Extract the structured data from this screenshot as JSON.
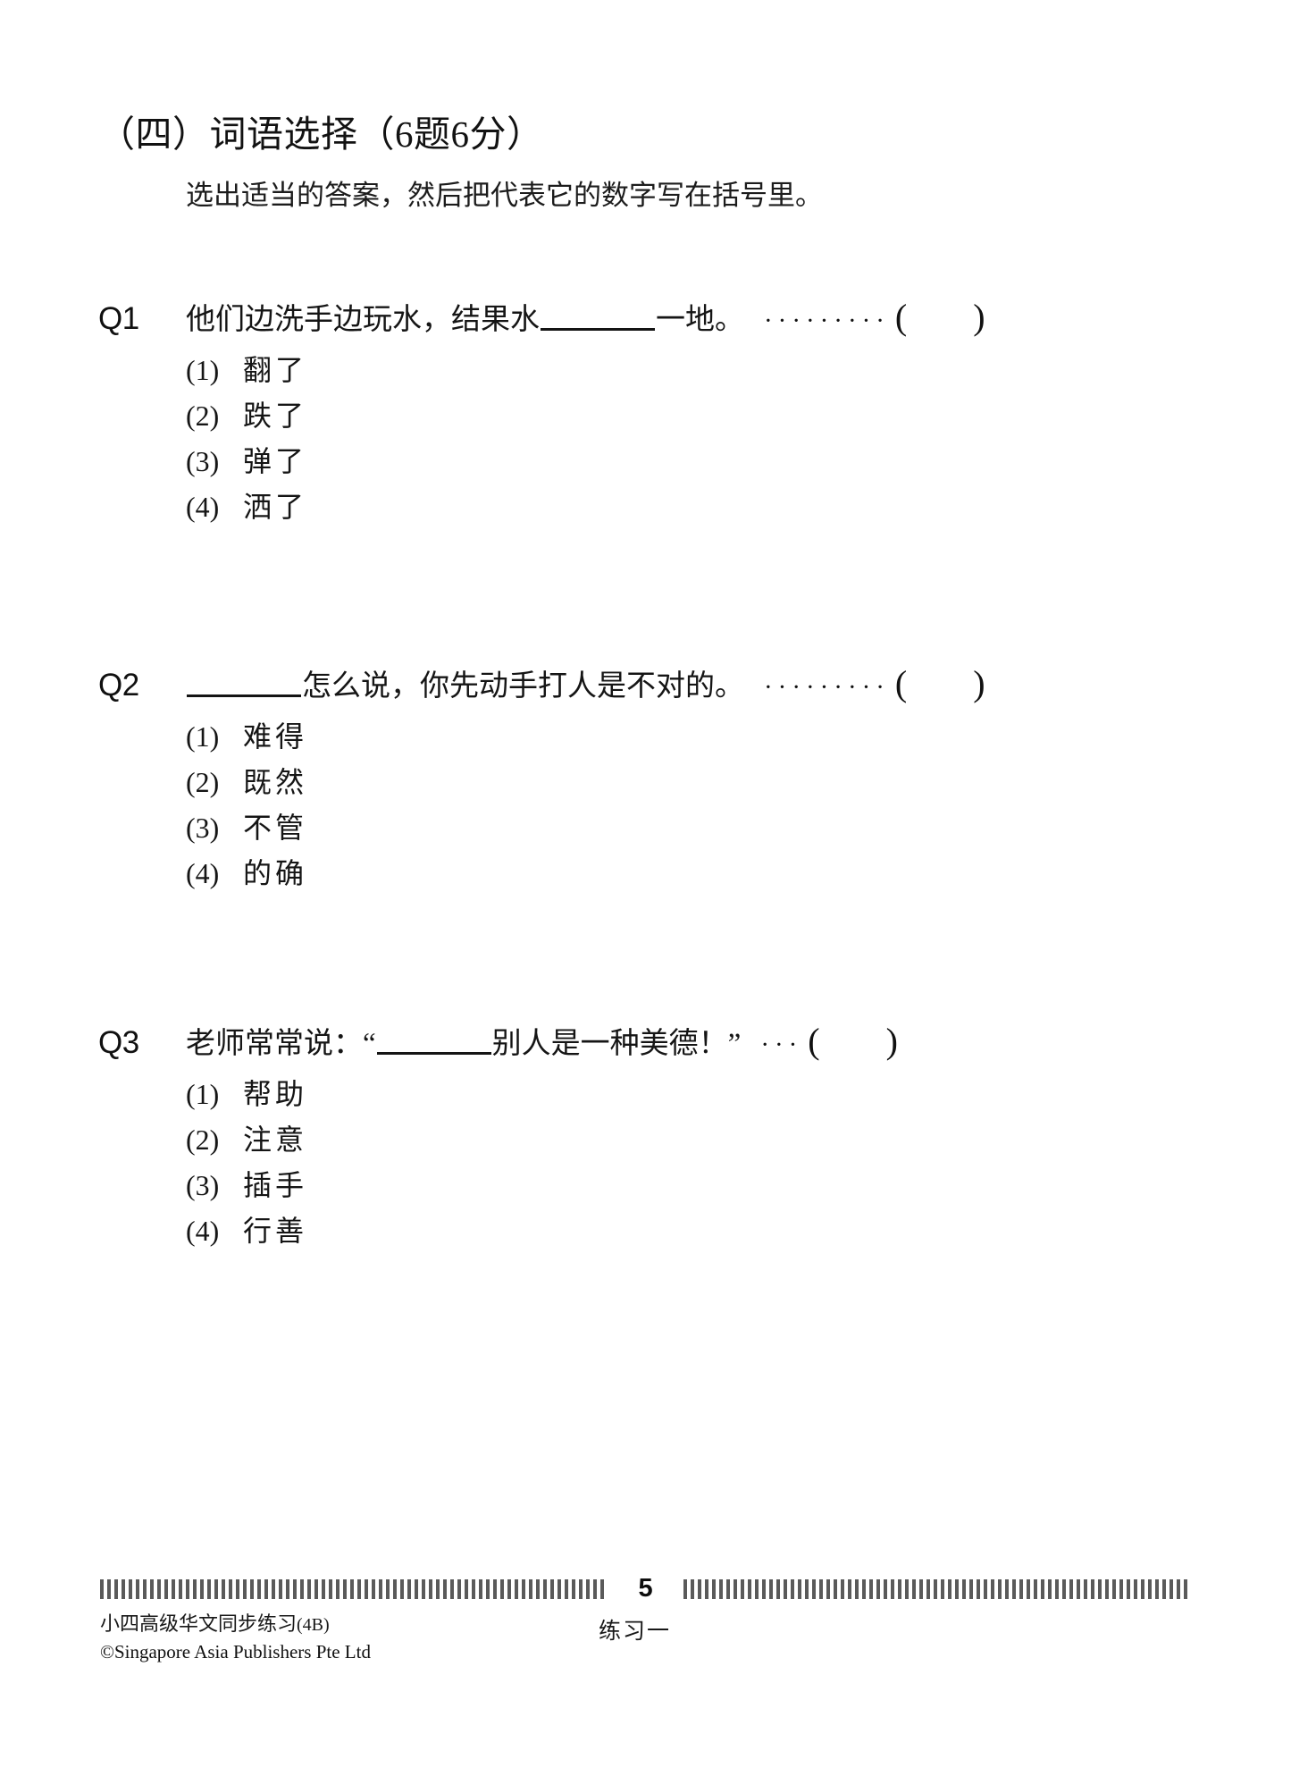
{
  "document": {
    "section_heading": "（四）词语选择（6题6分）",
    "instruction": "选出适当的答案，然后把代表它的数字写在括号里。"
  },
  "questions": [
    {
      "label": "Q1",
      "stem_before": "他们边洗手边玩水，结果水",
      "stem_after": "一地。",
      "dots": "·········",
      "paren_open": "(",
      "paren_close": ")",
      "options": [
        {
          "num": "(1)",
          "text": "翻了"
        },
        {
          "num": "(2)",
          "text": "跌了"
        },
        {
          "num": "(3)",
          "text": "弹了"
        },
        {
          "num": "(4)",
          "text": "洒了"
        }
      ]
    },
    {
      "label": "Q2",
      "stem_before": "",
      "stem_after": "怎么说，你先动手打人是不对的。",
      "dots": "·········",
      "paren_open": "(",
      "paren_close": ")",
      "options": [
        {
          "num": "(1)",
          "text": "难得"
        },
        {
          "num": "(2)",
          "text": "既然"
        },
        {
          "num": "(3)",
          "text": "不管"
        },
        {
          "num": "(4)",
          "text": "的确"
        }
      ]
    },
    {
      "label": "Q3",
      "stem_before": "老师常常说：“",
      "stem_after": "别人是一种美德！”",
      "dots": "···",
      "paren_open": "(",
      "paren_close": ")",
      "options": [
        {
          "num": "(1)",
          "text": "帮助"
        },
        {
          "num": "(2)",
          "text": "注意"
        },
        {
          "num": "(3)",
          "text": "插手"
        },
        {
          "num": "(4)",
          "text": "行善"
        }
      ]
    }
  ],
  "footer": {
    "page_number": "5",
    "book_title": "小四高级华文同步练习",
    "book_title_suffix": "(4B)",
    "copyright": "©Singapore Asia Publishers Pte Ltd",
    "exercise_label": "练习一"
  }
}
